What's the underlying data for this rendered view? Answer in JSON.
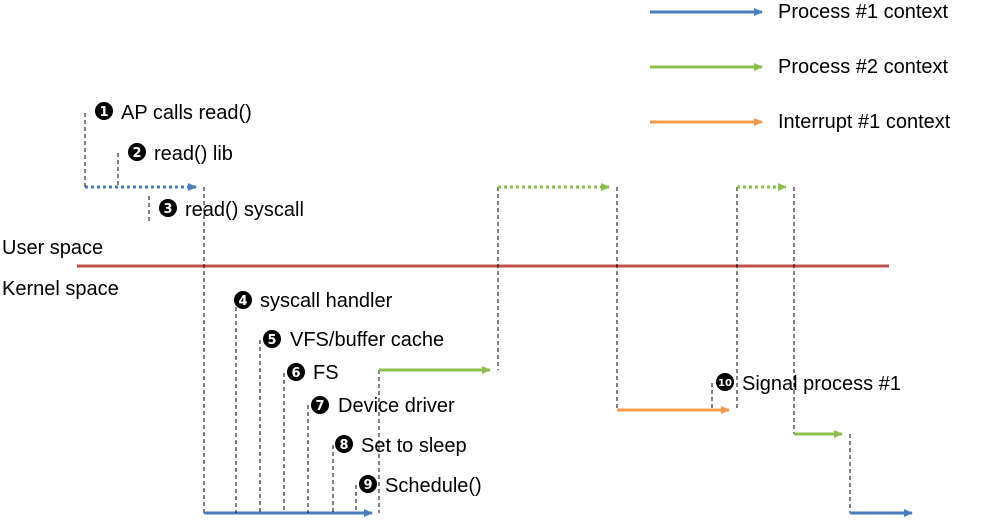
{
  "legend": [
    {
      "label": "Process #1 context",
      "color": "#4a7ebb"
    },
    {
      "label": "Process #2 context",
      "color": "#8cbf4f"
    },
    {
      "label": "Interrupt #1 context",
      "color": "#f29a4b"
    }
  ],
  "regions": {
    "user": "User space",
    "kernel": "Kernel space",
    "divider_color": "#c0504d"
  },
  "steps": [
    {
      "num": "1",
      "label": "AP calls read()"
    },
    {
      "num": "2",
      "label": "read() lib"
    },
    {
      "num": "3",
      "label": "read() syscall"
    },
    {
      "num": "4",
      "label": "syscall handler"
    },
    {
      "num": "5",
      "label": "VFS/buffer cache"
    },
    {
      "num": "6",
      "label": "FS"
    },
    {
      "num": "7",
      "label": "Device driver"
    },
    {
      "num": "8",
      "label": "Set to sleep"
    },
    {
      "num": "9",
      "label": "Schedule()"
    },
    {
      "num": "10",
      "label": "Signal process #1"
    }
  ]
}
